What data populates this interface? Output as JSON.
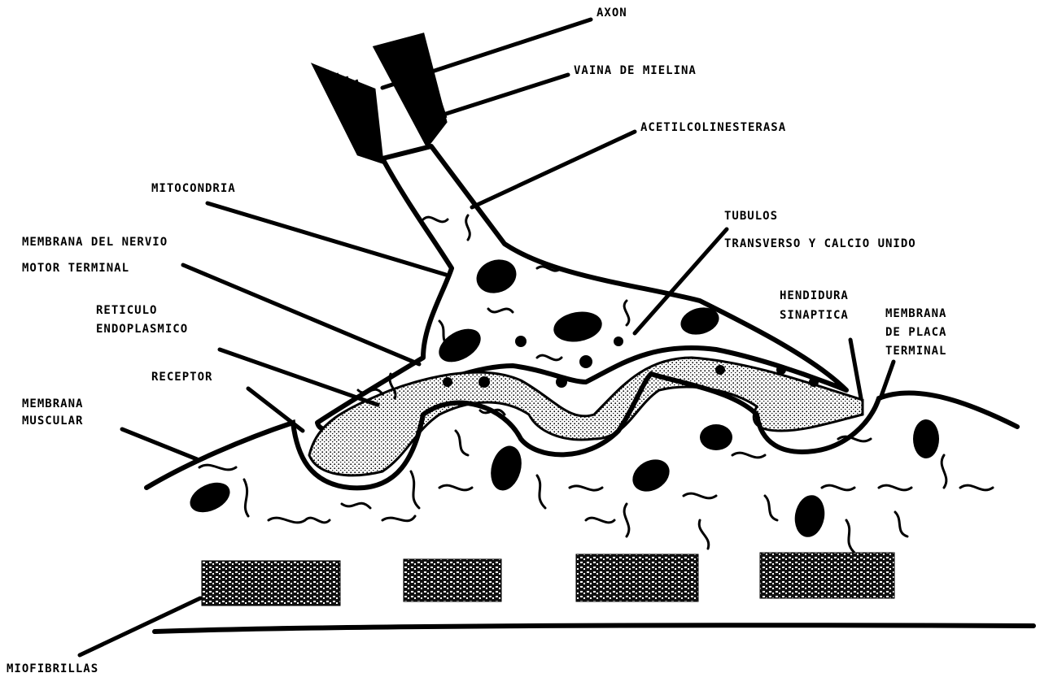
{
  "labels": {
    "axon": "AXON",
    "vaina_de_mielina": "VAINA DE MIELINA",
    "acetilcolinesterasa": "ACETILCOLINESTERASA",
    "mitocondria": "MITOCONDRIA",
    "tubulos": "TUBULOS",
    "transverso": "TRANSVERSO Y CALCIO UNIDO",
    "membrana_nervio_1": "MEMBRANA DEL NERVIO",
    "membrana_nervio_2": "MOTOR TERMINAL",
    "reticulo_1": "RETICULO",
    "reticulo_2": "ENDOPLASMICO",
    "hendidura_1": "HENDIDURA",
    "hendidura_2": "SINAPTICA",
    "membrana_placa_1": "MEMBRANA",
    "membrana_placa_2": "DE PLACA",
    "membrana_placa_3": "TERMINAL",
    "receptor": "RECEPTOR",
    "membrana_muscular_1": "MEMBRANA",
    "membrana_muscular_2": "MUSCULAR",
    "miofibrillas": "MIOFIBRILLAS"
  },
  "colors": {
    "ink": "#000000",
    "paper": "#ffffff",
    "cleft": "#cfcfcf"
  }
}
